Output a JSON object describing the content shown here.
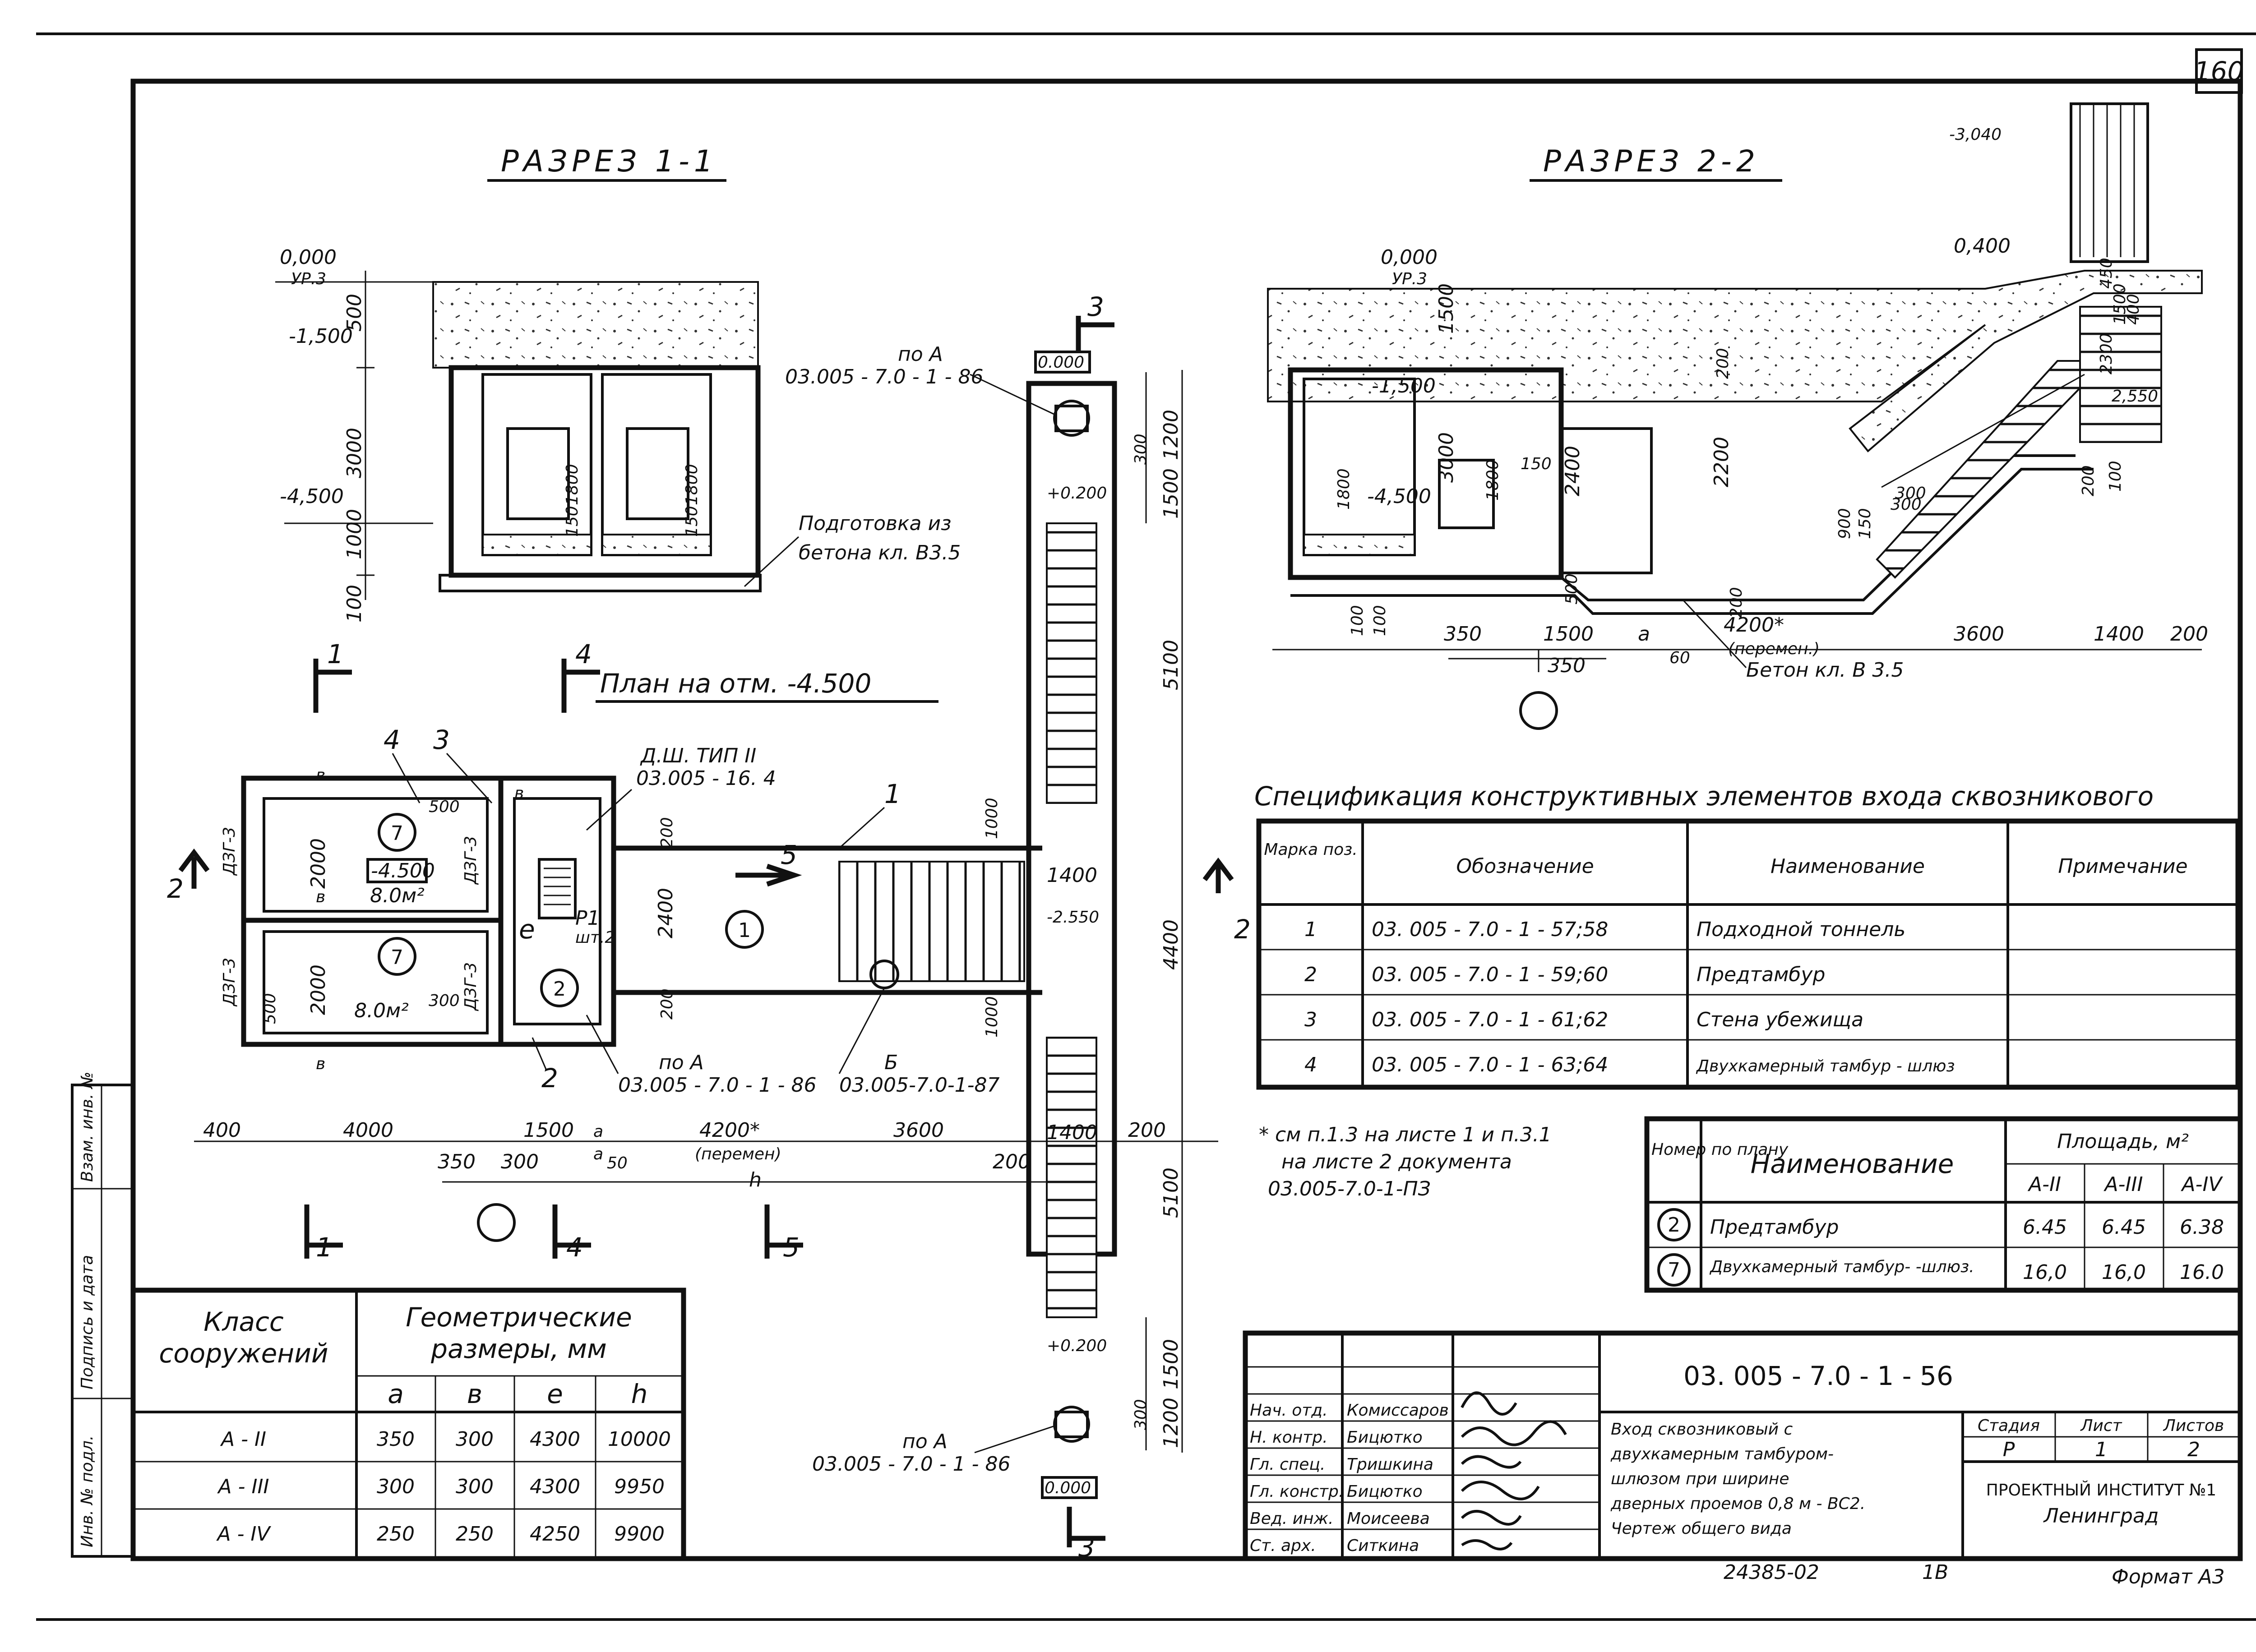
{
  "sheet": {
    "number": "160",
    "format": "Формат А3"
  },
  "section_1_1": {
    "title": "РАЗРЕЗ 1-1",
    "levels": [
      "0,000",
      "УР.3",
      "-1,500",
      "-4,500"
    ],
    "dims": [
      "500",
      "3000",
      "1000",
      "100",
      "1800",
      "1800",
      "150",
      "150",
      "-4.500"
    ],
    "callout": [
      "Подготовка из",
      "бетона кл. В3.5"
    ]
  },
  "section_2_2": {
    "title": "РАЗРЕЗ 2-2",
    "levels": [
      "0,000",
      "УР.3",
      "-1,500",
      "-4,500",
      "0,400",
      "-3,040",
      "2,550"
    ],
    "dims": [
      "1500",
      "3000",
      "1800",
      "1800",
      "2400",
      "2200",
      "200",
      "200",
      "150",
      "500",
      "300",
      "900",
      "150",
      "100",
      "100",
      "100",
      "200",
      "300",
      "2300",
      "1500",
      "400",
      "450"
    ],
    "bottom_dims": [
      "350",
      "1500",
      "a",
      "4200*",
      "3600",
      "1400",
      "200",
      "350",
      "60"
    ],
    "callout": [
      "(перемен.)",
      "Бетон кл. В 3.5"
    ]
  },
  "plan": {
    "title": "План на отм. -4.500",
    "cuts": [
      "1",
      "4",
      "2",
      "5",
      "3",
      "1",
      "4",
      "5",
      "2",
      "3"
    ],
    "room_labels": [
      "-4.500",
      "8.0м²",
      "8.0м²",
      "Р1",
      "шт.2",
      "e",
      "в",
      "в",
      "в",
      "в",
      "a"
    ],
    "markers": [
      "7",
      "7",
      "1",
      "2"
    ],
    "walls": [
      "ДЗГ-3",
      "ДЗГ-3",
      "ДЗГ-3",
      "ДЗГ-3"
    ],
    "leaders": [
      "4",
      "3",
      "1",
      "2"
    ],
    "door_callout": [
      "Д.Ш. ТИП II",
      "03.005 - 16. 4"
    ],
    "ref_a": [
      "по А",
      "03.005 - 7.0 - 1 - 86"
    ],
    "ref_b": [
      "Б",
      "03.005-7.0-1-87"
    ],
    "dims_h": [
      "400",
      "4000",
      "1500",
      "a",
      "4200*",
      "3600",
      "200",
      "350",
      "300",
      "50",
      "(перемен)",
      "h"
    ],
    "dims_v": [
      "2000",
      "2000",
      "200",
      "2400",
      "200",
      "500",
      "500",
      "300"
    ],
    "stair_labels": [
      "0.000",
      "+0.200",
      "1400",
      "-2.550",
      "1400",
      "+0.200",
      "0.000",
      "1000",
      "1000",
      "200"
    ],
    "stair_dims": [
      "300",
      "1200",
      "1500",
      "5100",
      "4400",
      "5100",
      "1500",
      "1200",
      "300"
    ],
    "ref_top": [
      "по А",
      "03.005 - 7.0 - 1 - 86"
    ],
    "ref_bottom": [
      "по А",
      "03.005 - 7.0 - 1 - 86"
    ]
  },
  "spec": {
    "title": "Спецификация конструктивных элементов входа сквозникового",
    "headers": [
      "Марка поз.",
      "Обозначение",
      "Наименование",
      "Примечание"
    ],
    "rows": [
      [
        "1",
        "03. 005 - 7.0 - 1 - 57;58",
        "Подходной тоннель",
        ""
      ],
      [
        "2",
        "03. 005 - 7.0 - 1 - 59;60",
        "Предтамбур",
        ""
      ],
      [
        "3",
        "03. 005 - 7.0 - 1 - 61;62",
        "Стена убежища",
        ""
      ],
      [
        "4",
        "03. 005 - 7.0 - 1 - 63;64",
        "Двухкамерный тамбур - шлюз",
        ""
      ]
    ]
  },
  "note": [
    "* см п.1.3 на листе 1 и п.3.1",
    "на листе 2 документа",
    "03.005-7.0-1-ПЗ"
  ],
  "area_table": {
    "headers": [
      "Номер по плану",
      "Наименование",
      "Площадь, м²"
    ],
    "classes": [
      "А-II",
      "А-III",
      "А-IV"
    ],
    "rows": [
      [
        "2",
        "Предтамбур",
        "6.45",
        "6.45",
        "6.38"
      ],
      [
        "7",
        "Двухкамерный тамбур- -шлюз.",
        "16,0",
        "16,0",
        "16.0"
      ]
    ]
  },
  "class_table": {
    "header_left": [
      "Класс",
      "сооружений"
    ],
    "header_right": [
      "Геометрические",
      "размеры, мм"
    ],
    "cols": [
      "a",
      "в",
      "e",
      "h"
    ],
    "rows": [
      [
        "А - II",
        "350",
        "300",
        "4300",
        "10000"
      ],
      [
        "А - III",
        "300",
        "300",
        "4300",
        "9950"
      ],
      [
        "А - IV",
        "250",
        "250",
        "4250",
        "9900"
      ]
    ]
  },
  "side_stamp": [
    "Инв. № подл.",
    "Подпись и дата",
    "Взам. инв. №"
  ],
  "title_block": {
    "code": "03. 005 - 7.0 - 1 - 56",
    "roles": [
      "Нач. отд.",
      "Н. контр.",
      "Гл. спец.",
      "Гл. констр.",
      "Вед. инж.",
      "Ст. арх."
    ],
    "names": [
      "Комиссаров",
      "Бицютко",
      "Тришкина",
      "Бицютко",
      "Моисеева",
      "Ситкина"
    ],
    "description": [
      "Вход сквозниковый с",
      "двухкамерным тамбуром-",
      "шлюзом при ширине",
      "дверных проемов 0,8 м - ВС2.",
      "Чертеж общего вида"
    ],
    "stage_headers": [
      "Стадия",
      "Лист",
      "Листов"
    ],
    "stage_values": [
      "Р",
      "1",
      "2"
    ],
    "org": [
      "ПРОЕКТНЫЙ ИНСТИТУТ №1",
      "Ленинград"
    ],
    "footer": [
      "24385-02",
      "1В"
    ]
  }
}
